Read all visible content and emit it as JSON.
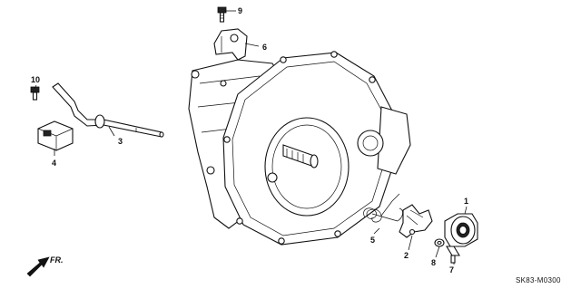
{
  "callouts": {
    "n1": "1",
    "n2": "2",
    "n3": "3",
    "n4": "4",
    "n5": "5",
    "n6": "6",
    "n7": "7",
    "n8": "8",
    "n9": "9",
    "n10": "10"
  },
  "diagram_code": "SK83-M0300",
  "front_indicator": "FR."
}
